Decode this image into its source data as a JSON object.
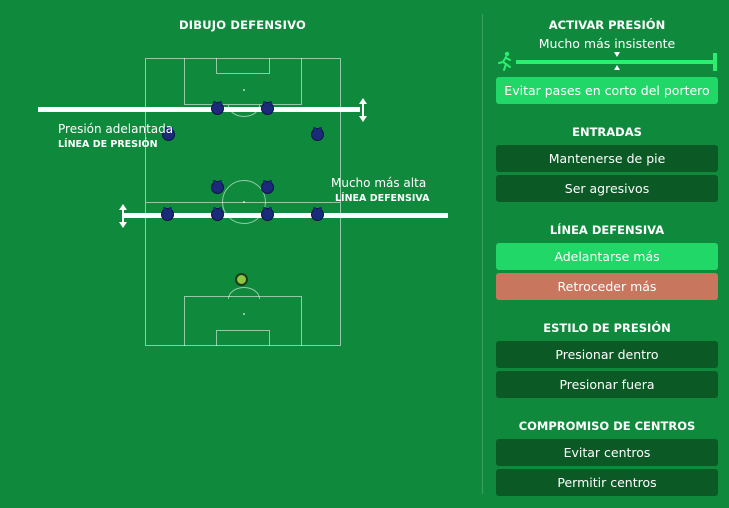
{
  "left_panel": {
    "title": "DIBUJO DEFENSIVO",
    "press_line": {
      "label": "Presión adelantada",
      "sublabel": "LÍNEA DE PRESIÓN"
    },
    "defensive_line": {
      "label": "Mucho más alta",
      "sublabel": "LÍNEA DEFENSIVA"
    }
  },
  "right_panel": {
    "activate_press": {
      "title": "ACTIVAR PRESIÓN",
      "slider_value": "Mucho más insistente",
      "slider_icon": "running-player-icon",
      "button": "Evitar pases en corto del portero"
    },
    "tackling": {
      "title": "ENTRADAS",
      "options": [
        "Mantenerse de pie",
        "Ser agresivos"
      ]
    },
    "defensive_line": {
      "title": "LÍNEA DEFENSIVA",
      "options": [
        "Adelantarse más",
        "Retroceder más"
      ]
    },
    "press_style": {
      "title": "ESTILO DE PRESIÓN",
      "options": [
        "Presionar dentro",
        "Presionar fuera"
      ]
    },
    "crossing": {
      "title": "COMPROMISO DE CENTROS",
      "options": [
        "Evitar centros",
        "Permitir centros"
      ]
    }
  },
  "colors": {
    "background": "#0f8a3c",
    "button": "#0b5a25",
    "active": "#21d768",
    "danger": "#c9765f",
    "player": "#1c2a7a",
    "goalkeeper": "#8fc63f"
  }
}
